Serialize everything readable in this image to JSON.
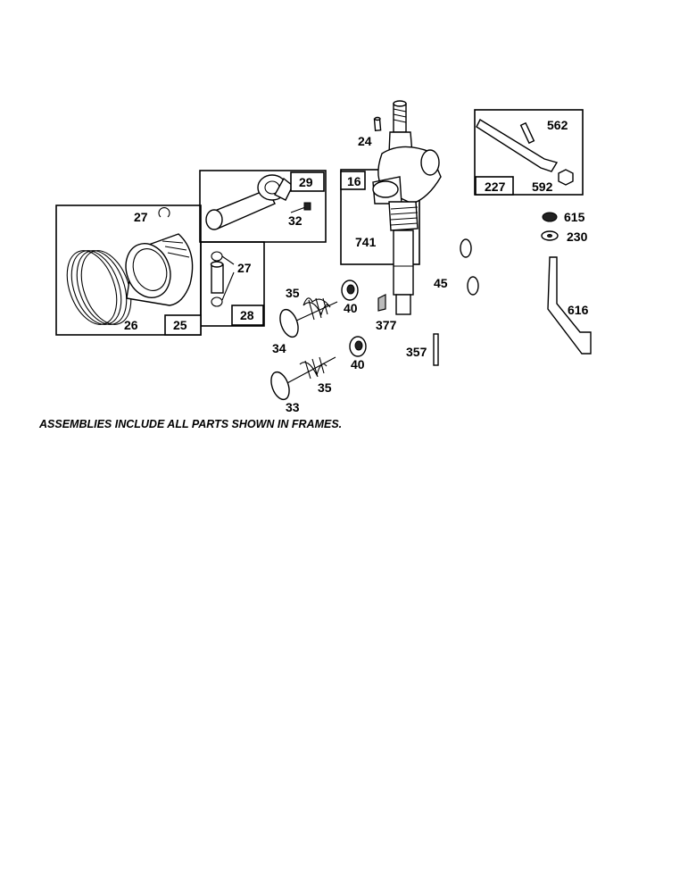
{
  "note": "ASSEMBLIES INCLUDE ALL PARTS SHOWN IN FRAMES.",
  "callouts": {
    "c24": "24",
    "c16": "16",
    "c741": "741",
    "c29": "29",
    "c32": "32",
    "c27a": "27",
    "c27b": "27",
    "c28": "28",
    "c25": "25",
    "c26": "26",
    "c35a": "35",
    "c35b": "35",
    "c34": "34",
    "c33": "33",
    "c40a": "40",
    "c40b": "40",
    "c377": "377",
    "c357": "357",
    "c45": "45",
    "c562": "562",
    "c227": "227",
    "c592": "592",
    "c615": "615",
    "c230": "230",
    "c616": "616"
  }
}
